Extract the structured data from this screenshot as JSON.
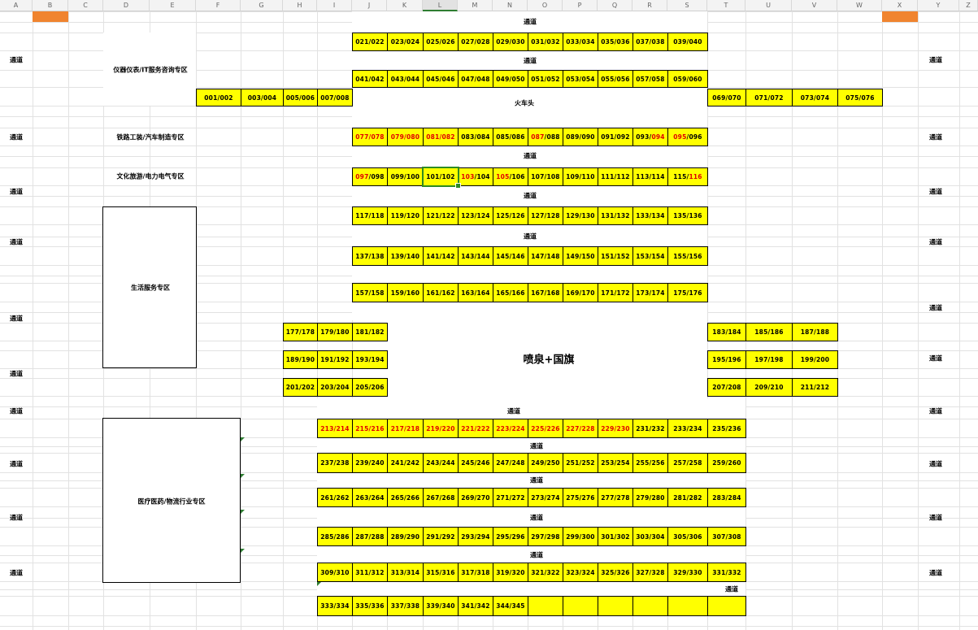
{
  "columns": [
    "A",
    "B",
    "C",
    "D",
    "E",
    "F",
    "G",
    "H",
    "I",
    "J",
    "K",
    "L",
    "M",
    "N",
    "O",
    "P",
    "Q",
    "R",
    "S",
    "T",
    "U",
    "V",
    "W",
    "X",
    "Y",
    "Z"
  ],
  "selected_column": "L",
  "aisle_label": "通道",
  "train_head": "火车头",
  "fountain": "喷泉+国旗",
  "zones": {
    "instruments": "仪器仪表/IT服务咨询专区",
    "railway": "铁路工装/汽车制造专区",
    "culture": "文化旅游/电力电气专区",
    "life": "生活服务专区",
    "medical": "医疗医药/物流行业专区"
  },
  "colors": {
    "booth": "#ffff00",
    "highlight": "#f0842f",
    "red_text": "#e00000"
  },
  "booth_rows": [
    {
      "id": "r1",
      "booths": [
        [
          "021",
          "022"
        ],
        [
          "023",
          "024"
        ],
        [
          "025",
          "026"
        ],
        [
          "027",
          "028"
        ],
        [
          "029",
          "030"
        ],
        [
          "031",
          "032"
        ],
        [
          "033",
          "034"
        ],
        [
          "035",
          "036"
        ],
        [
          "037",
          "038"
        ],
        [
          "039",
          "040"
        ]
      ]
    },
    {
      "id": "r2",
      "booths": [
        [
          "041",
          "042"
        ],
        [
          "043",
          "044"
        ],
        [
          "045",
          "046"
        ],
        [
          "047",
          "048"
        ],
        [
          "049",
          "050"
        ],
        [
          "051",
          "052"
        ],
        [
          "053",
          "054"
        ],
        [
          "055",
          "056"
        ],
        [
          "057",
          "058"
        ],
        [
          "059",
          "060"
        ]
      ]
    },
    {
      "id": "r3a",
      "booths": [
        [
          "001",
          "002"
        ],
        [
          "003",
          "004"
        ],
        [
          "005",
          "006"
        ],
        [
          "007",
          "008"
        ]
      ]
    },
    {
      "id": "r3b",
      "booths": [
        [
          "069",
          "070"
        ],
        [
          "071",
          "072"
        ],
        [
          "073",
          "074"
        ],
        [
          "075",
          "076"
        ]
      ]
    },
    {
      "id": "r4",
      "booths": [
        [
          "077",
          "078",
          "all"
        ],
        [
          "079",
          "080",
          "all"
        ],
        [
          "081",
          "082",
          "all"
        ],
        [
          "083",
          "084"
        ],
        [
          "085",
          "086"
        ],
        [
          "087",
          "088",
          "left"
        ],
        [
          "089",
          "090"
        ],
        [
          "091",
          "092"
        ],
        [
          "093",
          "094",
          "right"
        ],
        [
          "095",
          "096",
          "left"
        ]
      ]
    },
    {
      "id": "r5",
      "booths": [
        [
          "097",
          "098",
          "left"
        ],
        [
          "099",
          "100"
        ],
        [
          "101",
          "102"
        ],
        [
          "103",
          "104",
          "left"
        ],
        [
          "105",
          "106",
          "left"
        ],
        [
          "107",
          "108"
        ],
        [
          "109",
          "110"
        ],
        [
          "111",
          "112"
        ],
        [
          "113",
          "114"
        ],
        [
          "115",
          "116",
          "right"
        ]
      ]
    },
    {
      "id": "r6",
      "booths": [
        [
          "117",
          "118"
        ],
        [
          "119",
          "120"
        ],
        [
          "121",
          "122"
        ],
        [
          "123",
          "124"
        ],
        [
          "125",
          "126"
        ],
        [
          "127",
          "128"
        ],
        [
          "129",
          "130"
        ],
        [
          "131",
          "132"
        ],
        [
          "133",
          "134"
        ],
        [
          "135",
          "136"
        ]
      ]
    },
    {
      "id": "r7",
      "booths": [
        [
          "137",
          "138"
        ],
        [
          "139",
          "140"
        ],
        [
          "141",
          "142"
        ],
        [
          "143",
          "144"
        ],
        [
          "145",
          "146"
        ],
        [
          "147",
          "148"
        ],
        [
          "149",
          "150"
        ],
        [
          "151",
          "152"
        ],
        [
          "153",
          "154"
        ],
        [
          "155",
          "156"
        ]
      ]
    },
    {
      "id": "r8",
      "booths": [
        [
          "157",
          "158"
        ],
        [
          "159",
          "160"
        ],
        [
          "161",
          "162"
        ],
        [
          "163",
          "164"
        ],
        [
          "165",
          "166"
        ],
        [
          "167",
          "168"
        ],
        [
          "169",
          "170"
        ],
        [
          "171",
          "172"
        ],
        [
          "173",
          "174"
        ],
        [
          "175",
          "176"
        ]
      ]
    },
    {
      "id": "r9a",
      "booths": [
        [
          "177",
          "178"
        ],
        [
          "179",
          "180"
        ],
        [
          "181",
          "182"
        ]
      ]
    },
    {
      "id": "r9b",
      "booths": [
        [
          "183",
          "184"
        ],
        [
          "185",
          "186"
        ],
        [
          "187",
          "188"
        ]
      ]
    },
    {
      "id": "r10a",
      "booths": [
        [
          "189",
          "190"
        ],
        [
          "191",
          "192"
        ],
        [
          "193",
          "194"
        ]
      ]
    },
    {
      "id": "r10b",
      "booths": [
        [
          "195",
          "196"
        ],
        [
          "197",
          "198"
        ],
        [
          "199",
          "200"
        ]
      ]
    },
    {
      "id": "r11a",
      "booths": [
        [
          "201",
          "202"
        ],
        [
          "203",
          "204"
        ],
        [
          "205",
          "206"
        ]
      ]
    },
    {
      "id": "r11b",
      "booths": [
        [
          "207",
          "208"
        ],
        [
          "209",
          "210"
        ],
        [
          "211",
          "212"
        ]
      ]
    },
    {
      "id": "r12",
      "booths": [
        [
          "213",
          "214",
          "all"
        ],
        [
          "215",
          "216",
          "all"
        ],
        [
          "217",
          "218",
          "all"
        ],
        [
          "219",
          "220",
          "all"
        ],
        [
          "221",
          "222",
          "all"
        ],
        [
          "223",
          "224",
          "all"
        ],
        [
          "225",
          "226",
          "all"
        ],
        [
          "227",
          "228",
          "all"
        ],
        [
          "229",
          "230",
          "all"
        ],
        [
          "231",
          "232"
        ],
        [
          "233",
          "234"
        ],
        [
          "235",
          "236"
        ]
      ]
    },
    {
      "id": "r13",
      "booths": [
        [
          "237",
          "238"
        ],
        [
          "239",
          "240"
        ],
        [
          "241",
          "242"
        ],
        [
          "243",
          "244"
        ],
        [
          "245",
          "246"
        ],
        [
          "247",
          "248"
        ],
        [
          "249",
          "250"
        ],
        [
          "251",
          "252"
        ],
        [
          "253",
          "254"
        ],
        [
          "255",
          "256"
        ],
        [
          "257",
          "258"
        ],
        [
          "259",
          "260"
        ]
      ]
    },
    {
      "id": "r14",
      "booths": [
        [
          "261",
          "262"
        ],
        [
          "263",
          "264"
        ],
        [
          "265",
          "266"
        ],
        [
          "267",
          "268"
        ],
        [
          "269",
          "270"
        ],
        [
          "271",
          "272"
        ],
        [
          "273",
          "274"
        ],
        [
          "275",
          "276"
        ],
        [
          "277",
          "278"
        ],
        [
          "279",
          "280"
        ],
        [
          "281",
          "282"
        ],
        [
          "283",
          "284"
        ]
      ]
    },
    {
      "id": "r15",
      "booths": [
        [
          "285",
          "286"
        ],
        [
          "287",
          "288"
        ],
        [
          "289",
          "290"
        ],
        [
          "291",
          "292"
        ],
        [
          "293",
          "294"
        ],
        [
          "295",
          "296"
        ],
        [
          "297",
          "298"
        ],
        [
          "299",
          "300"
        ],
        [
          "301",
          "302"
        ],
        [
          "303",
          "304"
        ],
        [
          "305",
          "306"
        ],
        [
          "307",
          "308"
        ]
      ]
    },
    {
      "id": "r16",
      "booths": [
        [
          "309",
          "310"
        ],
        [
          "311",
          "312"
        ],
        [
          "313",
          "314"
        ],
        [
          "315",
          "316"
        ],
        [
          "317",
          "318"
        ],
        [
          "319",
          "320"
        ],
        [
          "321",
          "322"
        ],
        [
          "323",
          "324"
        ],
        [
          "325",
          "326"
        ],
        [
          "327",
          "328"
        ],
        [
          "329",
          "330"
        ],
        [
          "331",
          "332"
        ]
      ]
    },
    {
      "id": "r17",
      "booths": [
        [
          "333",
          "334"
        ],
        [
          "335",
          "336"
        ],
        [
          "337",
          "338"
        ],
        [
          "339",
          "340"
        ],
        [
          "341",
          "342"
        ],
        [
          "344",
          "345"
        ],
        [
          "",
          ""
        ],
        [
          "",
          ""
        ],
        [
          "",
          ""
        ],
        [
          "",
          ""
        ],
        [
          "",
          ""
        ],
        [
          "",
          ""
        ]
      ]
    }
  ]
}
